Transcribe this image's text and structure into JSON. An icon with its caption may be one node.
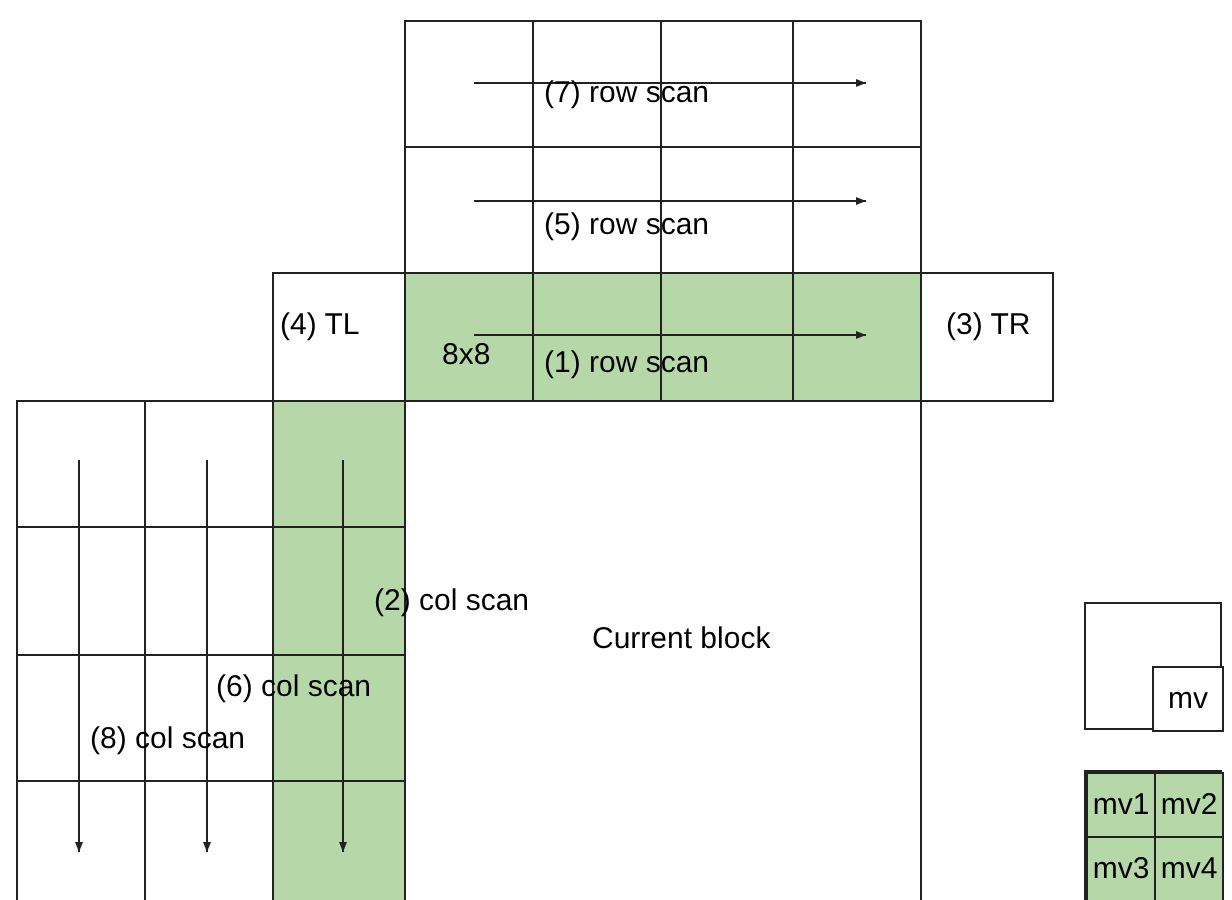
{
  "diagram": {
    "nodes": [
      {
        "text": [
          "(7) row scan"
        ]
      },
      {
        "text": [
          "(5) row scan"
        ]
      },
      {
        "text": [
          "8x8",
          "(1) row scan"
        ]
      },
      {
        "text": [
          "(4) TL"
        ]
      },
      {
        "text": [
          "(3) TR"
        ]
      },
      {
        "text": [],
        "shape": "box"
      },
      {
        "text": [],
        "shape": "box"
      },
      {
        "text": [],
        "shape": "box"
      },
      {
        "text": [
          "Current block"
        ]
      },
      {
        "text": [],
        "shape": "box"
      },
      {
        "text": [
          "mv"
        ],
        "in": 9
      },
      {
        "text": [],
        "shape": "box"
      },
      {
        "text": [
          "mv1"
        ],
        "in": 11
      },
      {
        "text": [
          "mv2"
        ],
        "in": 11
      },
      {
        "text": [
          "mv3"
        ],
        "in": 11
      },
      {
        "text": [
          "mv4"
        ],
        "in": 11
      }
    ],
    "edges": [],
    "labels": [
      "(2) col scan",
      "(6) col scan",
      "(8) col scan"
    ]
  }
}
